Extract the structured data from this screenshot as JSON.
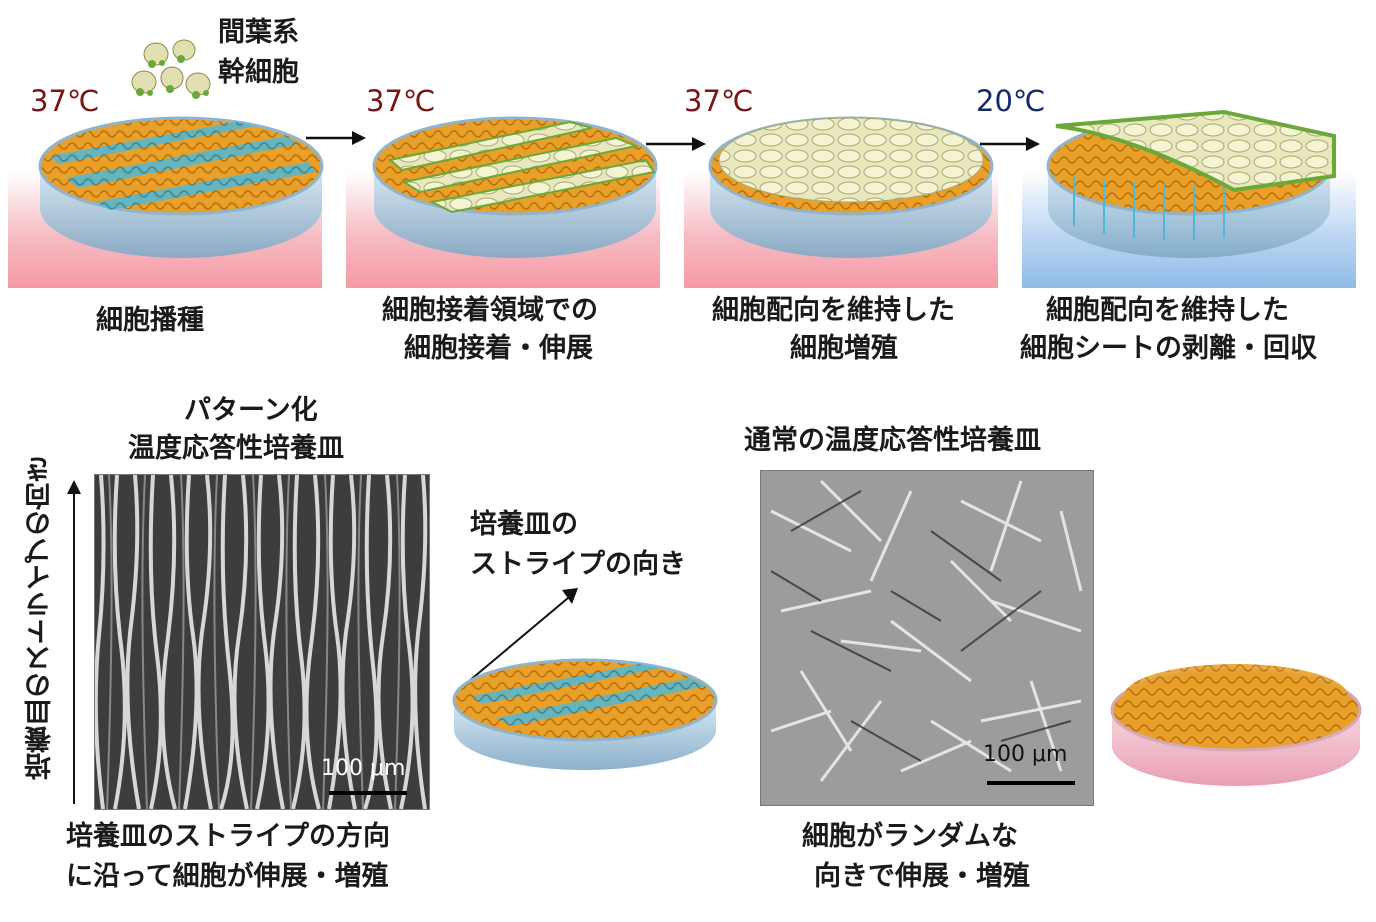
{
  "top_row": {
    "msc_label": [
      "間葉系",
      "幹細胞"
    ],
    "steps": [
      {
        "temp": "37℃",
        "caption": [
          "細胞播種"
        ]
      },
      {
        "temp": "37℃",
        "caption": [
          "細胞接着領域での",
          "細胞接着・伸展"
        ]
      },
      {
        "temp": "37℃",
        "caption": [
          "細胞配向を維持した",
          "細胞増殖"
        ]
      },
      {
        "temp": "20℃",
        "caption": [
          "細胞配向を維持した",
          "細胞シートの剥離・回収"
        ]
      }
    ]
  },
  "bottom_left": {
    "title": [
      "パターン化",
      "温度応答性培養皿"
    ],
    "axis_label": "培養皿のストライプの向き",
    "scale_bar": "100 μm",
    "caption": [
      "培養皿のストライプの方向",
      "に沿って細胞が伸展・増殖"
    ],
    "arrow_label": [
      "培養皿の",
      "ストライプの向き"
    ]
  },
  "bottom_right": {
    "title": "通常の温度応答性培養皿",
    "scale_bar": "100 μm",
    "caption": [
      "細胞がランダムな",
      "向きで伸展・増殖"
    ]
  },
  "colors": {
    "warm_temp": "#7a1515",
    "cool_temp": "#152a6a",
    "polymer_orange": "#e8a028",
    "polymer_cyan": "#4fb8d6",
    "cell_cream": "#efefc4",
    "cell_green": "#6aa83a"
  }
}
